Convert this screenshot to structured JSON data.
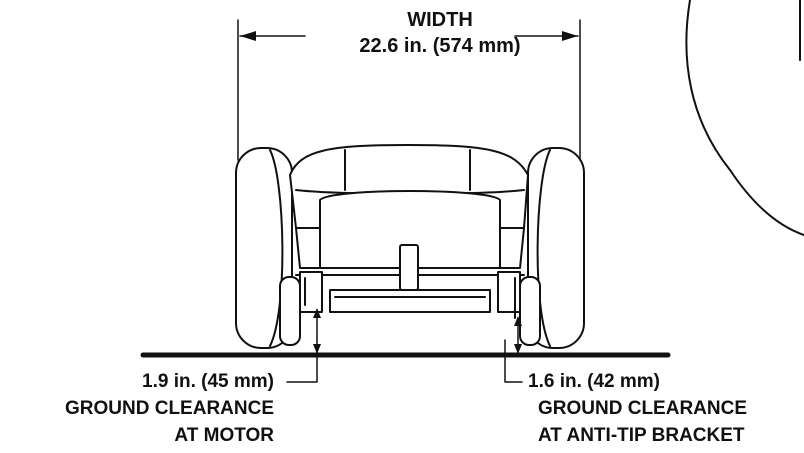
{
  "width": {
    "title": "WIDTH",
    "value": "22.6 in. (574 mm)"
  },
  "motor_clearance": {
    "value": "1.9 in. (45 mm)",
    "line1": "GROUND CLEARANCE",
    "line2": "AT MOTOR"
  },
  "antitip_clearance": {
    "value": "1.6 in. (42 mm)",
    "line1": "GROUND CLEARANCE",
    "line2": "AT ANTI-TIP BRACKET"
  },
  "colors": {
    "ink": "#111111",
    "background": "#ffffff"
  }
}
